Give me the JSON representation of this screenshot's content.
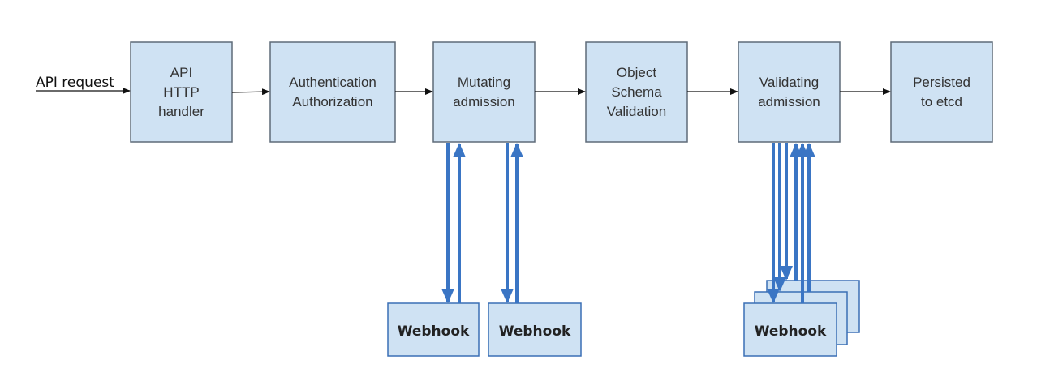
{
  "input_label": "API request",
  "stages": [
    {
      "lines": [
        "API",
        "HTTP",
        "handler"
      ]
    },
    {
      "lines": [
        "Authentication",
        "Authorization"
      ]
    },
    {
      "lines": [
        "Mutating",
        "admission"
      ]
    },
    {
      "lines": [
        "Object",
        "Schema",
        "Validation"
      ]
    },
    {
      "lines": [
        "Validating",
        "admission"
      ]
    },
    {
      "lines": [
        "Persisted",
        "to etcd"
      ]
    }
  ],
  "webhooks": {
    "mutating": [
      "Webhook",
      "Webhook"
    ],
    "validating": "Webhook"
  },
  "colors": {
    "box_fill": "#cfe2f3",
    "webhook_arrow": "#3a75c4",
    "flow_arrow": "#111111"
  }
}
